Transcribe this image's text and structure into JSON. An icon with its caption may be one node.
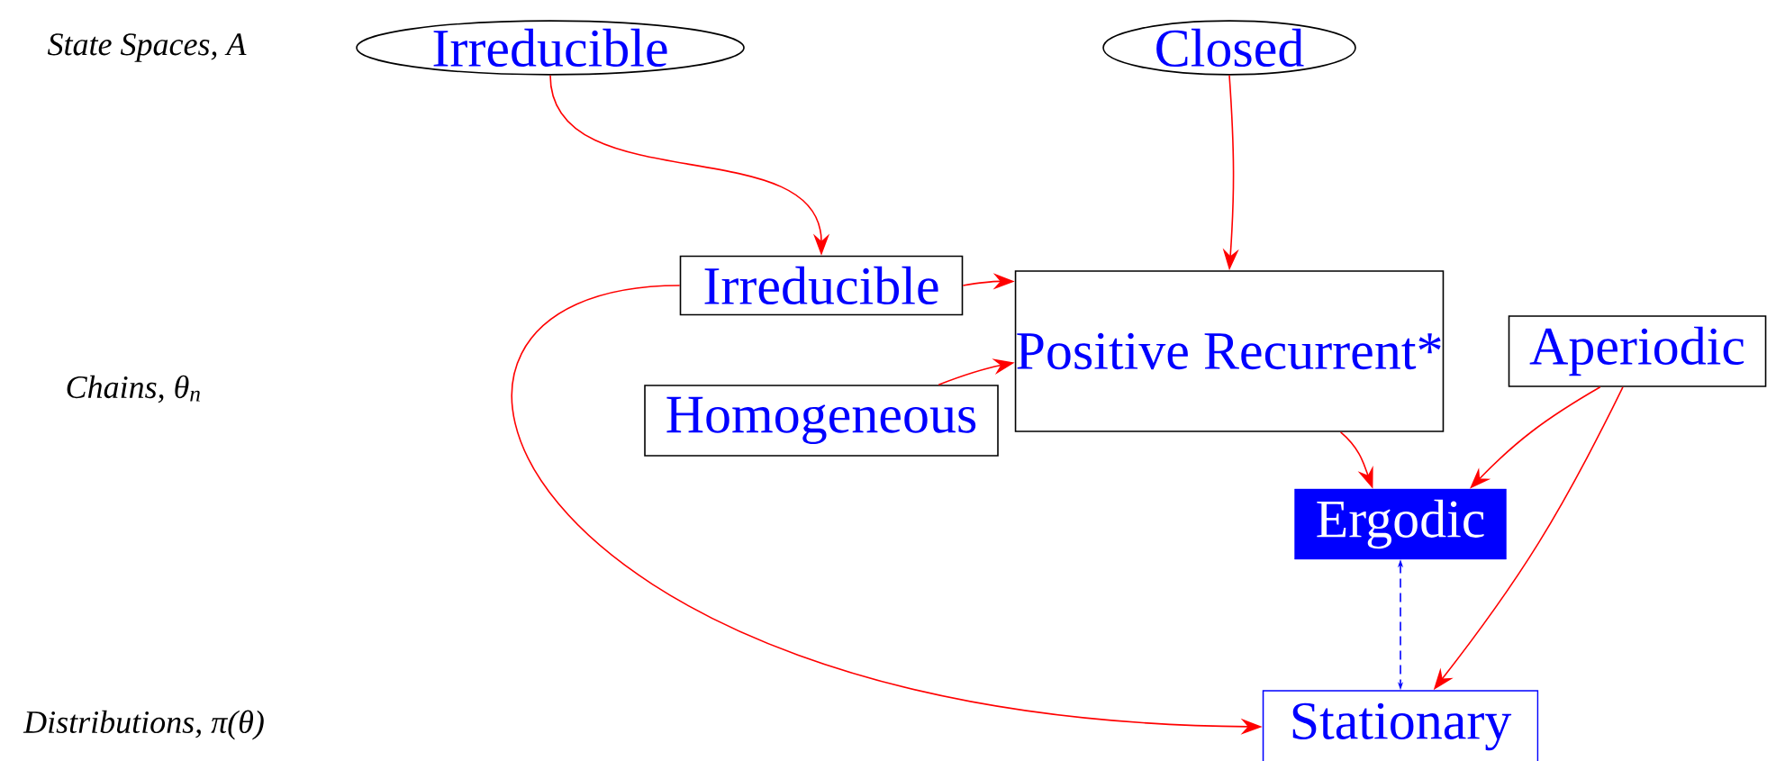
{
  "diagram": {
    "nodes": [
      {
        "text": [
          "Irreducible"
        ]
      },
      {
        "text": [
          "Closed"
        ]
      },
      {
        "text": [
          "Irreducible"
        ]
      },
      {
        "text": [
          "Positive Recurrent*"
        ]
      },
      {
        "text": [
          "Homogeneous"
        ]
      },
      {
        "text": [
          "Aperiodic"
        ]
      },
      {
        "text": [
          "Ergodic"
        ]
      },
      {
        "text": [
          "Stationary"
        ]
      }
    ],
    "edges": [
      {
        "from": 0,
        "to": 2,
        "arrow": "to"
      },
      {
        "from": 1,
        "to": 3,
        "arrow": "to"
      },
      {
        "from": 2,
        "to": 3,
        "arrow": "to"
      },
      {
        "from": 4,
        "to": 3,
        "arrow": "to"
      },
      {
        "from": 3,
        "to": 6,
        "arrow": "to"
      },
      {
        "from": 5,
        "to": 6,
        "arrow": "to"
      },
      {
        "from": 5,
        "to": 7,
        "arrow": "to"
      },
      {
        "from": 2,
        "to": 7,
        "arrow": "to"
      },
      {
        "from": 6,
        "to": 7,
        "arrow": "both",
        "style": "dashed",
        "color": "#0000ff"
      }
    ],
    "labels": [
      "State Spaces, A",
      "Chains, θ$_{n}$",
      "Distributions, π(θ)"
    ]
  }
}
